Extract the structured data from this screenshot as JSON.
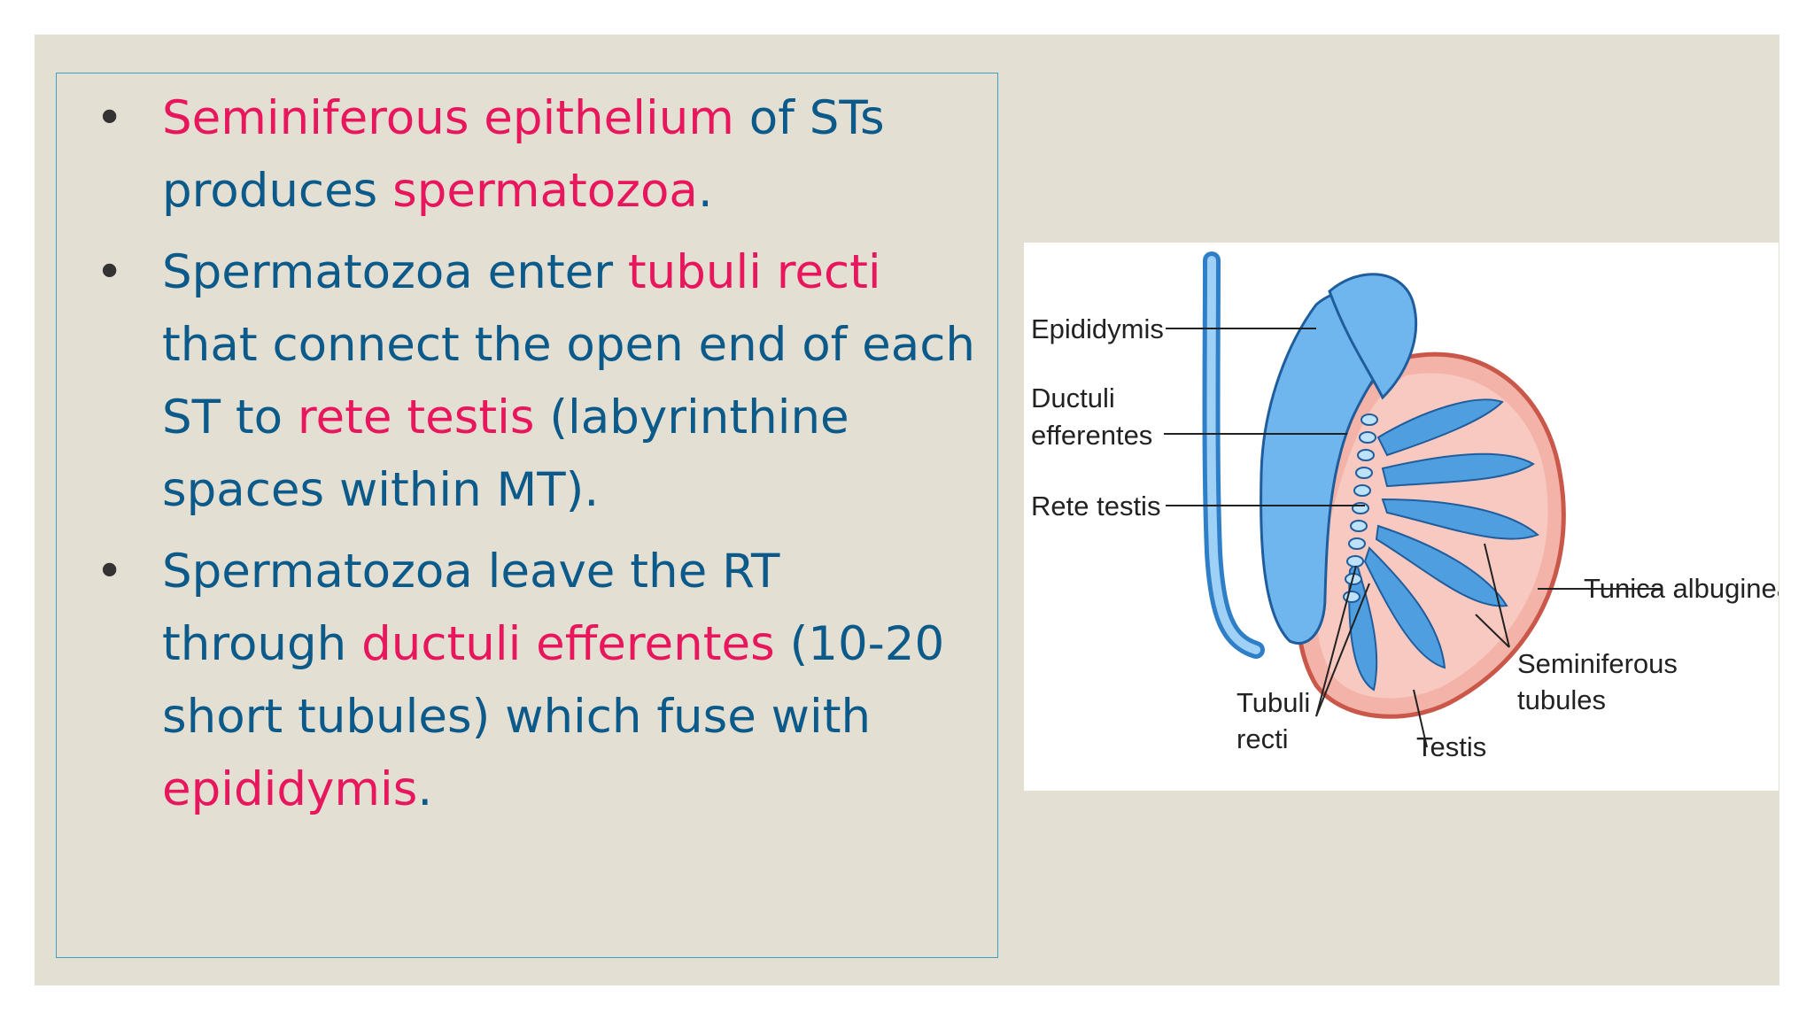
{
  "bullets": [
    {
      "segments": [
        {
          "text": "Seminiferous epithelium",
          "hl": true
        },
        {
          "text": " of  STs produces  ",
          "hl": false
        },
        {
          "text": "spermatozoa",
          "hl": true
        },
        {
          "text": ".",
          "hl": false
        }
      ]
    },
    {
      "segments": [
        {
          "text": "Spermatozoa enter ",
          "hl": false
        },
        {
          "text": "tubuli  recti",
          "hl": true
        },
        {
          "text": " that connect the open  end of each ST to ",
          "hl": false
        },
        {
          "text": "rete  testis",
          "hl": true
        },
        {
          "text": " (labyrinthine spaces  within MT).",
          "hl": false
        }
      ]
    },
    {
      "segments": [
        {
          "text": "Spermatozoa leave the RT through ",
          "hl": false
        },
        {
          "text": "ductuli efferentes",
          "hl": true
        },
        {
          "text": "  (10-20 short tubules)  which fuse with  ",
          "hl": false
        },
        {
          "text": "epididymis",
          "hl": true
        },
        {
          "text": ".",
          "hl": false
        }
      ]
    }
  ],
  "figure": {
    "labels": {
      "epididymis": "Epididymis",
      "ductuli_line1": "Ductuli",
      "ductuli_line2": "efferentes",
      "rete": "Rete testis",
      "tunica": "Tunica albuginea",
      "semi_line1": "Seminiferous",
      "semi_line2": "tubules",
      "tubuli_line1": "Tubuli",
      "tubuli_line2": "recti",
      "testis": "Testis"
    }
  },
  "colors": {
    "background": "#e3dfd3",
    "text": "#0b5a8a",
    "highlight": "#e8175d",
    "border": "#3fa0c4",
    "tubule_blue": "#5aa9e6",
    "testis_pink": "#f3b3a8"
  }
}
